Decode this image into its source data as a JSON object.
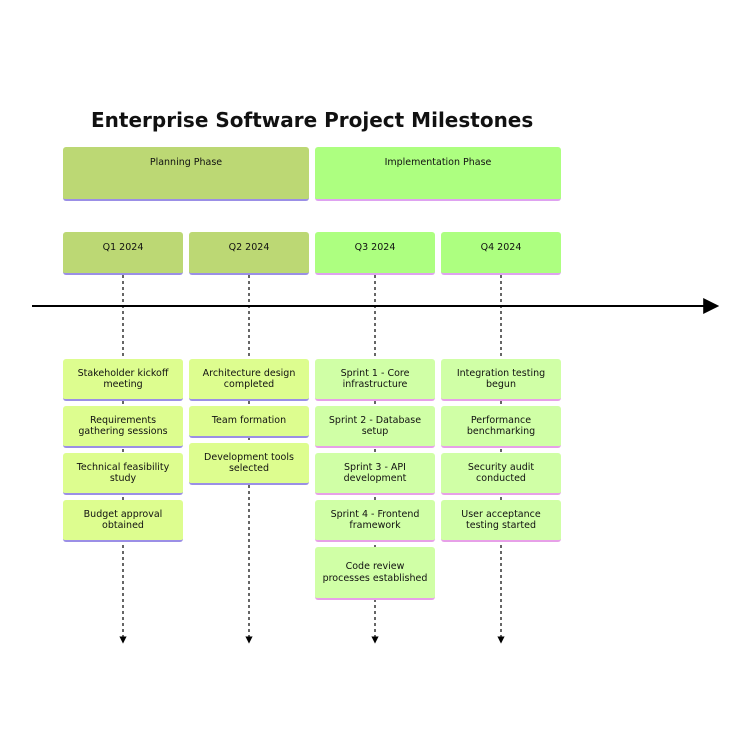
{
  "title": "Enterprise Software Project Milestones",
  "sections": [
    {
      "label": "Planning Phase"
    },
    {
      "label": "Implementation Phase"
    }
  ],
  "periods": [
    {
      "label": "Q1 2024",
      "events": [
        "Stakeholder kickoff meeting",
        "Requirements gathering sessions",
        "Technical feasibility study",
        "Budget approval obtained"
      ]
    },
    {
      "label": "Q2 2024",
      "events": [
        "Architecture design completed",
        "Team formation",
        "Development tools selected"
      ]
    },
    {
      "label": "Q3 2024",
      "events": [
        "Sprint 1 - Core infrastructure",
        "Sprint 2 - Database setup",
        "Sprint 3 - API development",
        "Sprint 4 - Frontend framework",
        "Code review processes established"
      ]
    },
    {
      "label": "Q4 2024",
      "events": [
        "Integration testing begun",
        "Performance benchmarking",
        "Security audit conducted",
        "User acceptance testing started"
      ]
    }
  ],
  "colors": {
    "planning": "#bcd874",
    "implementation": "#adff80",
    "planning_event": "#ddfd8f",
    "implementation_event": "#d0ffa6",
    "axis": "#000000"
  }
}
